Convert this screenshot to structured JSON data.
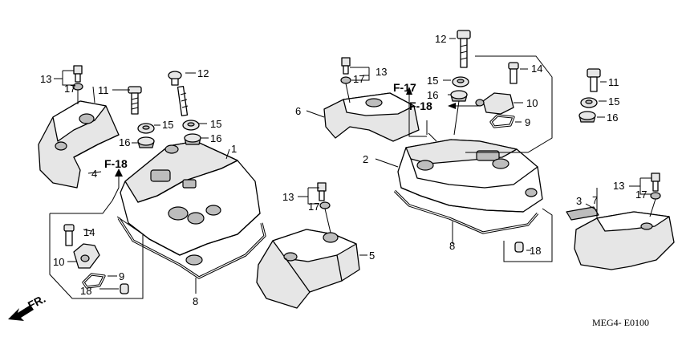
{
  "diagram": {
    "reference_code": "MEG4- E0100",
    "direction_label": "FR.",
    "callouts": {
      "c1": "1",
      "c2": "2",
      "c3": "3",
      "c4": "4",
      "c5": "5",
      "c6": "6",
      "c7": "7",
      "c8a": "8",
      "c8b": "8",
      "c9a": "9",
      "c9b": "9",
      "c10a": "10",
      "c10b": "10",
      "c11a": "11",
      "c11b": "11",
      "c12a": "12",
      "c12b": "12",
      "c13a": "13",
      "c13b": "13",
      "c13c": "13",
      "c13d": "13",
      "c14a": "14",
      "c14b": "14",
      "c15a": "15",
      "c15b": "15",
      "c15c": "15",
      "c15d": "15",
      "c16a": "16",
      "c16b": "16",
      "c16c": "16",
      "c16d": "16",
      "c17a": "17",
      "c17b": "17",
      "c17c": "17",
      "c17d": "17",
      "c18a": "18",
      "c18b": "18"
    },
    "references": {
      "f18_left": "F-18",
      "f17": "F-17",
      "f18_right": "F-18"
    }
  }
}
